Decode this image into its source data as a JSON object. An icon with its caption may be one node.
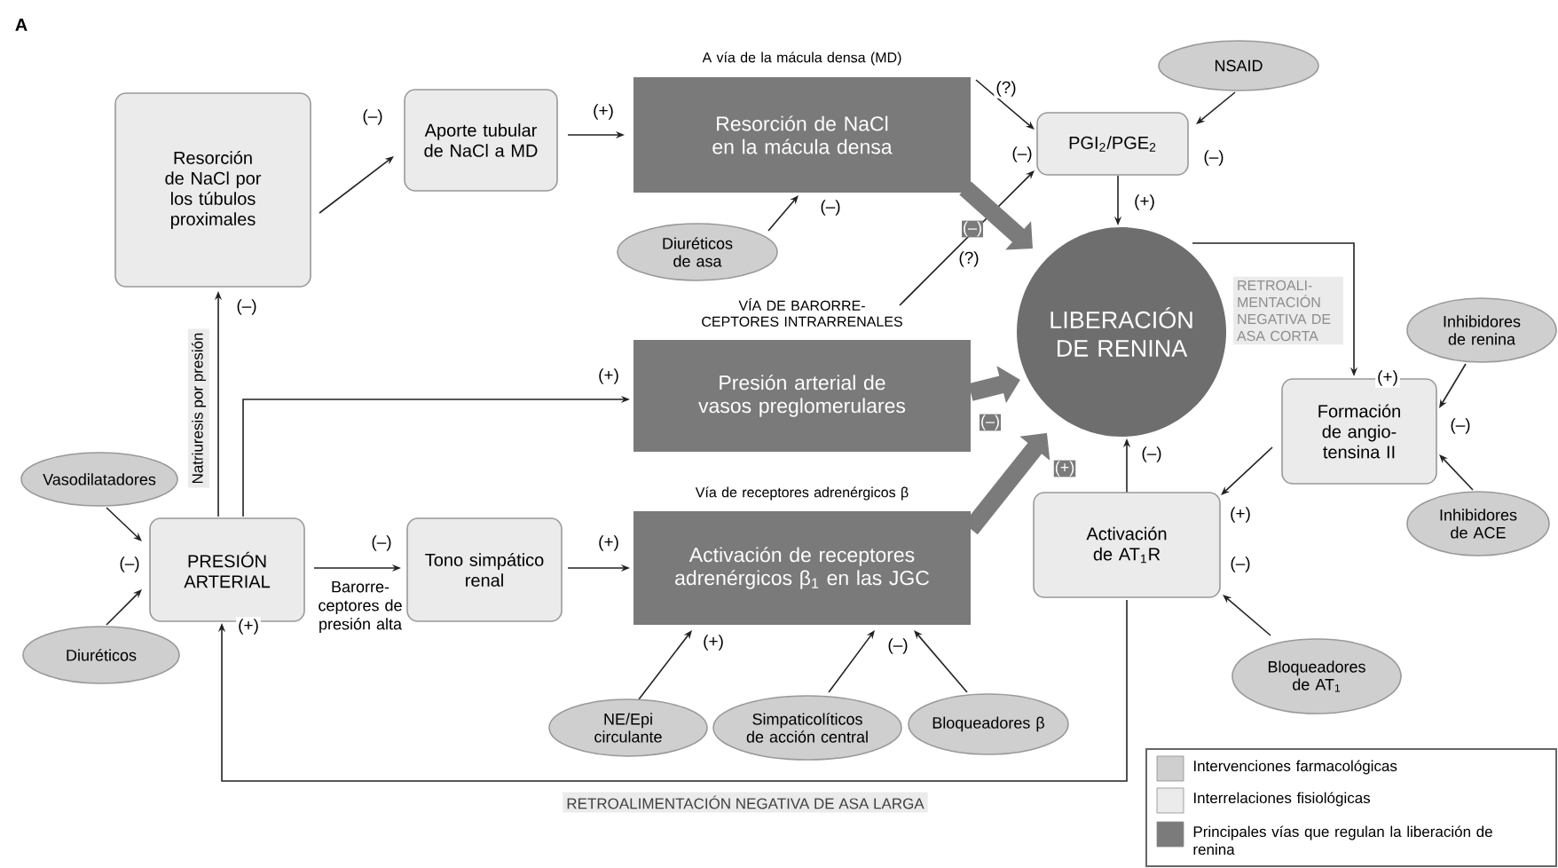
{
  "diagram": {
    "nodes": [
      {
        "text": [
          "Resorción de NaCl por los túbulos proximales"
        ]
      },
      {
        "text": [
          "Aporte tubular de NaCl a MD"
        ]
      },
      {
        "text": [
          "A vía de la mácula densa (MD)",
          "Resorción de NaCl en la mácula densa"
        ]
      },
      {
        "text": [
          "Diuréticos de asa"
        ]
      },
      {
        "text": [
          "PGI$_{2}$/PGE$_{2}$"
        ]
      },
      {
        "text": [
          "NSAID"
        ]
      },
      {
        "text": [
          "VÍA DE BARORRE-CEPTORES INTRARRENALES",
          "Presión arterial de vasos preglomerulares"
        ]
      },
      {
        "text": [
          "LIBERACIÓN DE RENINA"
        ]
      },
      {
        "text": [
          "Inhibidores de renina"
        ]
      },
      {
        "text": [
          "Formación de angio-tensina II"
        ]
      },
      {
        "text": [
          "Inhibidores de ACE"
        ]
      },
      {
        "text": [
          "Vasodilatadores"
        ]
      },
      {
        "text": [
          "PRESIÓN ARTERIAL"
        ]
      },
      {
        "text": [
          "Diuréticos"
        ]
      },
      {
        "text": [
          "Tono simpático renal"
        ]
      },
      {
        "text": [
          "Vía de receptores adrenérgicos β",
          "Activación de receptores adrenérgicos β$_{1}$ en las JGC"
        ]
      },
      {
        "text": [
          "Activación de AT$_{1}$R"
        ]
      },
      {
        "text": [
          "NE/Epi circulante"
        ]
      },
      {
        "text": [
          "Simpaticolíticos de acción central"
        ]
      },
      {
        "text": [
          "Bloqueadores β"
        ]
      },
      {
        "text": [
          "Bloqueadores de AT$_{1}$"
        ]
      }
    ],
    "edges": [
      {
        "from": 0,
        "to": 1,
        "arrow": "to",
        "label": "(–)"
      },
      {
        "from": 1,
        "to": 2,
        "arrow": "to",
        "label": "(+)"
      },
      {
        "from": 3,
        "to": 2,
        "arrow": "to",
        "label": "(–)"
      },
      {
        "from": 2,
        "to": 4,
        "arrow": "to",
        "label": "(?)"
      },
      {
        "from": 6,
        "to": 4,
        "arrow": "to",
        "label": "(?)"
      },
      {
        "from": 5,
        "to": 4,
        "arrow": "to",
        "label": "(–)"
      },
      {
        "from": 4,
        "to": 7,
        "arrow": "to",
        "label": "(+)"
      },
      {
        "from": 2,
        "to": 7,
        "arrow": "to",
        "label": "(–)",
        "style": "thick",
        "color": "#7b7b7b"
      },
      {
        "from": 6,
        "to": 7,
        "arrow": "to",
        "label": "(–)",
        "style": "thick",
        "color": "#7b7b7b"
      },
      {
        "from": 15,
        "to": 7,
        "arrow": "to",
        "label": "(+)",
        "style": "thick",
        "color": "#7b7b7b"
      },
      {
        "from": 7,
        "to": 9,
        "arrow": "to",
        "label": "RETROALI-MENTACIÓN NEGATIVA DE ASA CORTA"
      },
      {
        "from": 8,
        "to": 9,
        "arrow": "to",
        "label": "(–)"
      },
      {
        "from": 10,
        "to": 9,
        "arrow": "to"
      },
      {
        "from": 9,
        "to": 16,
        "arrow": "to",
        "label": "(+)"
      },
      {
        "from": 20,
        "to": 16,
        "arrow": "to",
        "label": "(–)"
      },
      {
        "from": 16,
        "to": 7,
        "arrow": "to",
        "label": "(–)"
      },
      {
        "from": 16,
        "to": 12,
        "arrow": "to",
        "label": "RETROALIMENTACIÓN NEGATIVA DE ASA LARGA"
      },
      {
        "from": 11,
        "to": 12,
        "arrow": "to"
      },
      {
        "from": 13,
        "to": 12,
        "arrow": "to"
      },
      {
        "from": 12,
        "to": 14,
        "arrow": "to",
        "label": "(–)"
      },
      {
        "from": 14,
        "to": 15,
        "arrow": "to",
        "label": "(+)"
      },
      {
        "from": 12,
        "to": 0,
        "arrow": "to",
        "label": "(–)"
      },
      {
        "from": 12,
        "to": 6,
        "arrow": "to",
        "label": "(+)"
      },
      {
        "from": 17,
        "to": 15,
        "arrow": "to",
        "label": "(+)"
      },
      {
        "from": 18,
        "to": 15,
        "arrow": "to"
      },
      {
        "from": 19,
        "to": 15,
        "arrow": "to"
      }
    ],
    "labels": [
      "A",
      "(–)",
      "Natriuresis por presión",
      "(–)",
      "Barorre-ceptores de presión alta",
      "(+)",
      "(–)",
      "(+)"
    ],
    "legend": [
      {
        "text": "Intervenciones farmacológicas",
        "color": "#cfcfcf"
      },
      {
        "text": "Interrelaciones fisiológicas",
        "color": "#ebebeb"
      },
      {
        "text": "Principales vías que regulan la liberación de renina",
        "color": "#7b7b7b"
      }
    ]
  }
}
